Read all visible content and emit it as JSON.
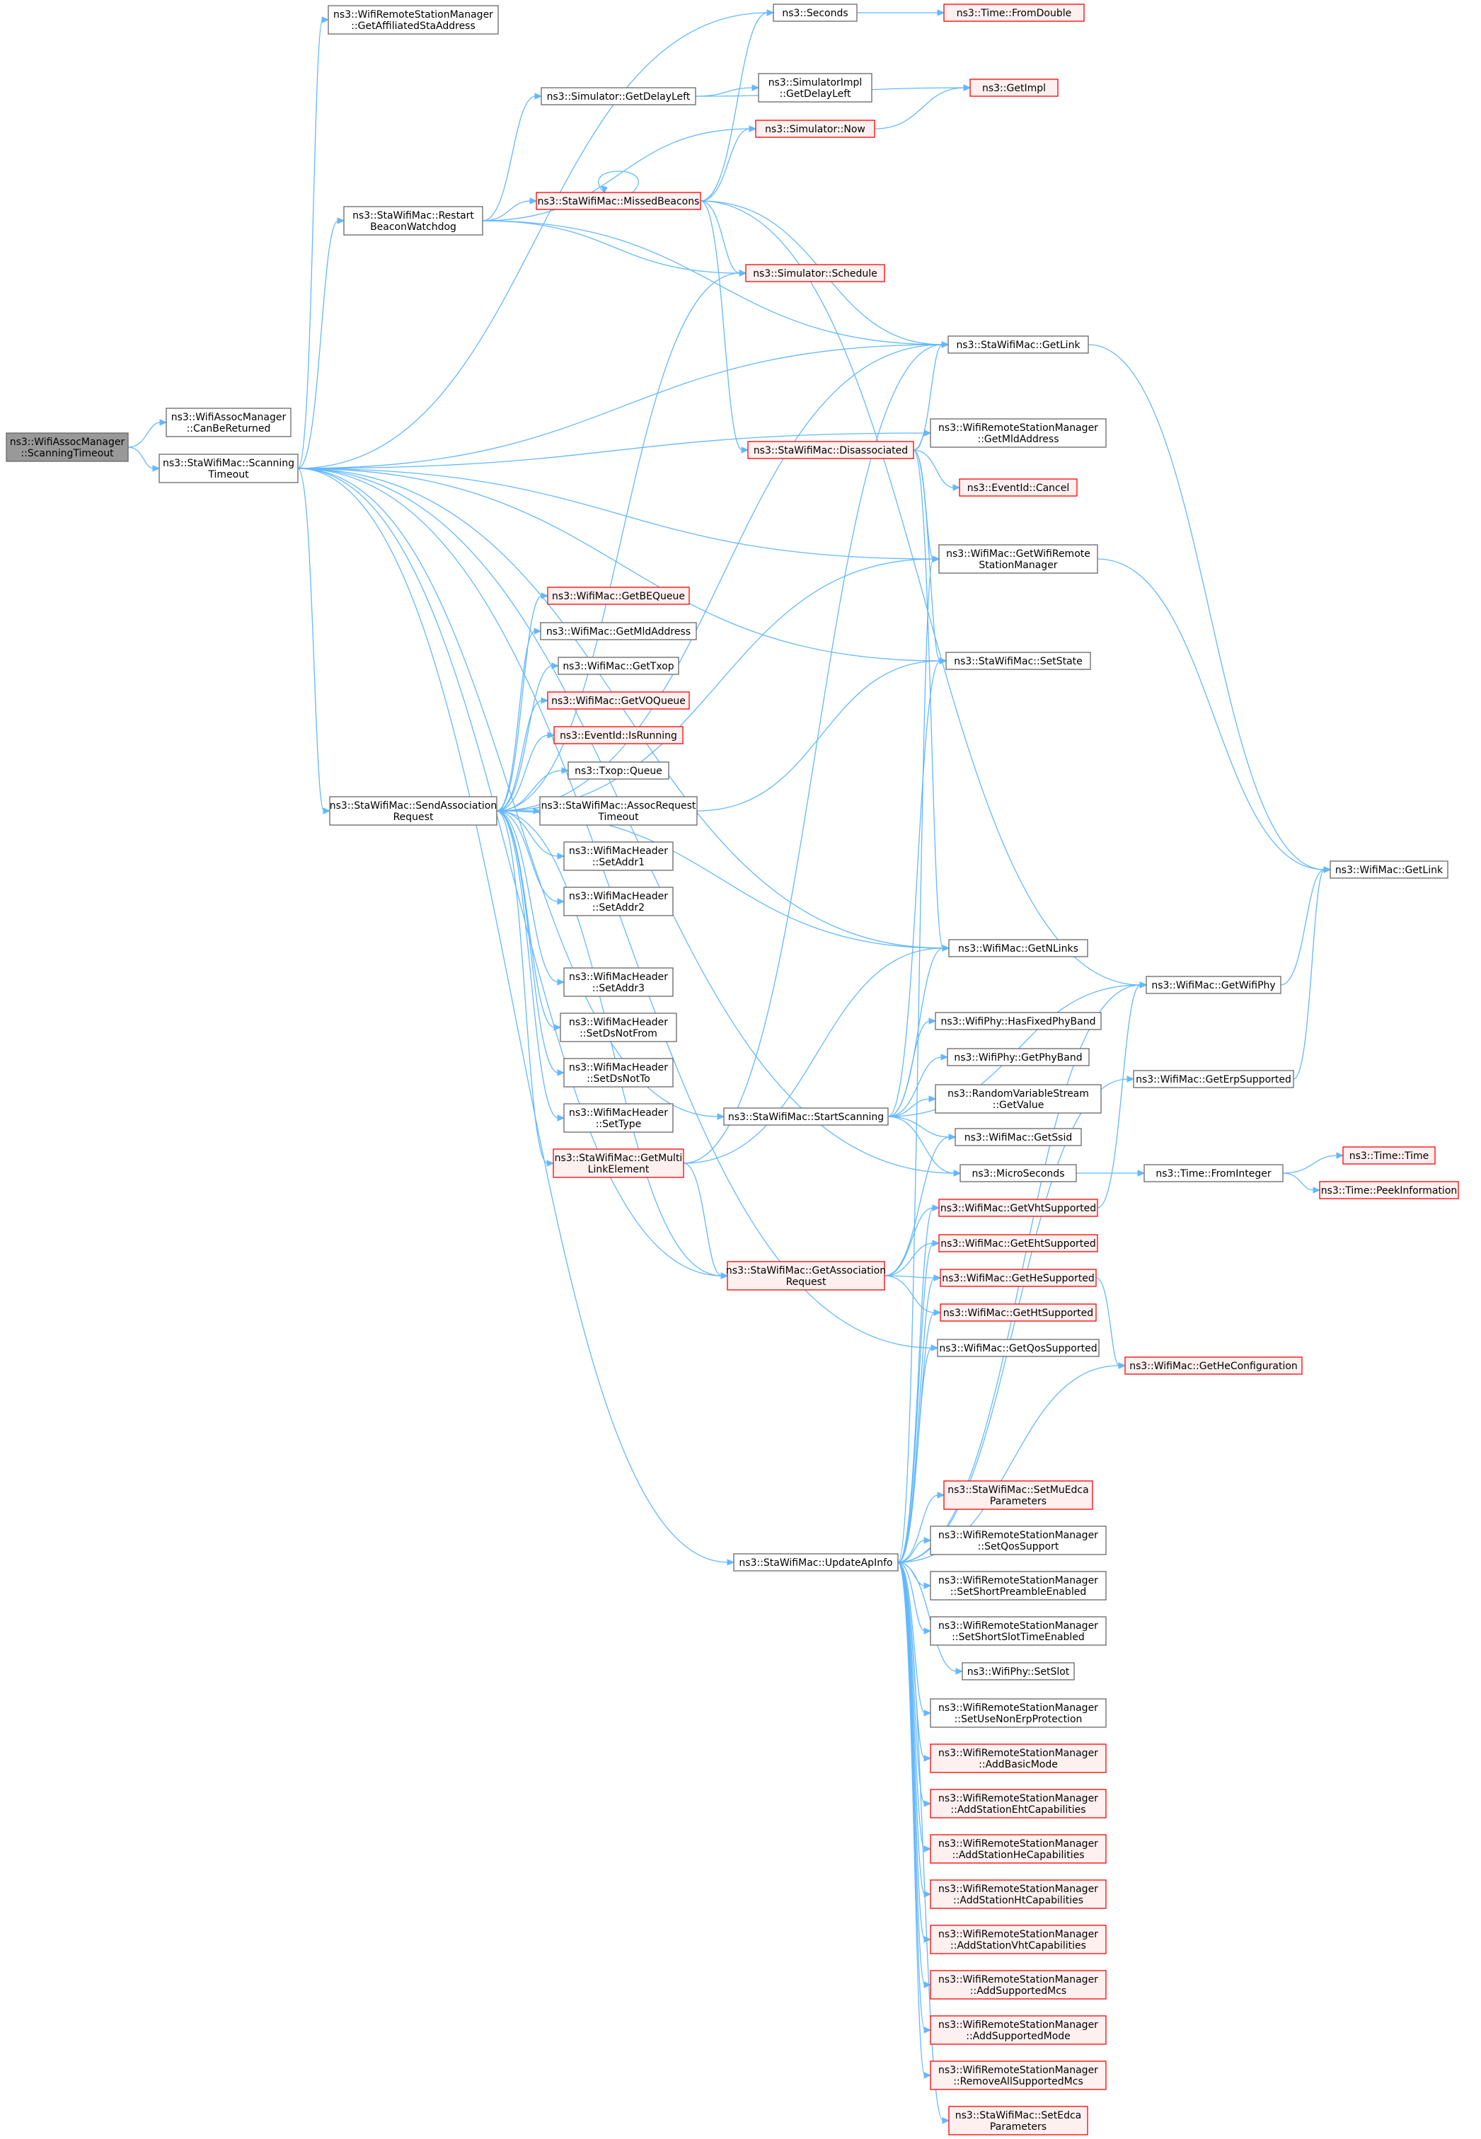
{
  "graph": {
    "colors": {
      "edge": "#63b8ff",
      "node_border": "#666666",
      "node_fill": "#ffffff",
      "truncated_border": "#ff0000",
      "truncated_fill": "#fff0f0",
      "root_fill": "#999999"
    },
    "nodes": [
      {
        "id": "root",
        "lines": [
          "ns3::WifiAssocManager",
          "::ScanningTimeout"
        ],
        "style": "root"
      },
      {
        "id": "canBeReturned",
        "lines": [
          "ns3::WifiAssocManager",
          "::CanBeReturned"
        ],
        "style": "plain"
      },
      {
        "id": "staScanningTimeout",
        "lines": [
          "ns3::StaWifiMac::Scanning",
          "Timeout"
        ],
        "style": "plain"
      },
      {
        "id": "getAffiliatedStaAddress",
        "lines": [
          "ns3::WifiRemoteStationManager",
          "::GetAffiliatedStaAddress"
        ],
        "style": "plain"
      },
      {
        "id": "restartBeaconWatchdog",
        "lines": [
          "ns3::StaWifiMac::Restart",
          "BeaconWatchdog"
        ],
        "style": "plain"
      },
      {
        "id": "sendAssociationRequest",
        "lines": [
          "ns3::StaWifiMac::SendAssociation",
          "Request"
        ],
        "style": "plain"
      },
      {
        "id": "startScanning",
        "lines": [
          "ns3::StaWifiMac::StartScanning"
        ],
        "style": "plain"
      },
      {
        "id": "getAssociationRequest",
        "lines": [
          "ns3::StaWifiMac::GetAssociation",
          "Request"
        ],
        "style": "truncated"
      },
      {
        "id": "updateApInfo",
        "lines": [
          "ns3::StaWifiMac::UpdateApInfo"
        ],
        "style": "plain"
      },
      {
        "id": "getDelayLeft",
        "lines": [
          "ns3::Simulator::GetDelayLeft"
        ],
        "style": "plain"
      },
      {
        "id": "missedBeacons",
        "lines": [
          "ns3::StaWifiMac::MissedBeacons"
        ],
        "style": "truncated"
      },
      {
        "id": "disassociated",
        "lines": [
          "ns3::StaWifiMac::Disassociated"
        ],
        "style": "truncated"
      },
      {
        "id": "getBEQueue",
        "lines": [
          "ns3::WifiMac::GetBEQueue"
        ],
        "style": "truncated"
      },
      {
        "id": "getMldAddressMac",
        "lines": [
          "ns3::WifiMac::GetMldAddress"
        ],
        "style": "plain"
      },
      {
        "id": "getTxop",
        "lines": [
          "ns3::WifiMac::GetTxop"
        ],
        "style": "plain"
      },
      {
        "id": "getVOQueue",
        "lines": [
          "ns3::WifiMac::GetVOQueue"
        ],
        "style": "truncated"
      },
      {
        "id": "isRunning",
        "lines": [
          "ns3::EventId::IsRunning"
        ],
        "style": "truncated"
      },
      {
        "id": "txopQueue",
        "lines": [
          "ns3::Txop::Queue"
        ],
        "style": "plain"
      },
      {
        "id": "assocRequestTimeout",
        "lines": [
          "ns3::StaWifiMac::AssocRequest",
          "Timeout"
        ],
        "style": "plain"
      },
      {
        "id": "setAddr1",
        "lines": [
          "ns3::WifiMacHeader",
          "::SetAddr1"
        ],
        "style": "plain"
      },
      {
        "id": "setAddr2",
        "lines": [
          "ns3::WifiMacHeader",
          "::SetAddr2"
        ],
        "style": "plain"
      },
      {
        "id": "setAddr3",
        "lines": [
          "ns3::WifiMacHeader",
          "::SetAddr3"
        ],
        "style": "plain"
      },
      {
        "id": "setDsNotFrom",
        "lines": [
          "ns3::WifiMacHeader",
          "::SetDsNotFrom"
        ],
        "style": "plain"
      },
      {
        "id": "setDsNotTo",
        "lines": [
          "ns3::WifiMacHeader",
          "::SetDsNotTo"
        ],
        "style": "plain"
      },
      {
        "id": "setType",
        "lines": [
          "ns3::WifiMacHeader",
          "::SetType"
        ],
        "style": "plain"
      },
      {
        "id": "getMultiLinkElement",
        "lines": [
          "ns3::StaWifiMac::GetMulti",
          "LinkElement"
        ],
        "style": "truncated"
      },
      {
        "id": "seconds",
        "lines": [
          "ns3::Seconds"
        ],
        "style": "plain"
      },
      {
        "id": "simulatorImplGetDelayLeft",
        "lines": [
          "ns3::SimulatorImpl",
          "::GetDelayLeft"
        ],
        "style": "plain"
      },
      {
        "id": "simulatorNow",
        "lines": [
          "ns3::Simulator::Now"
        ],
        "style": "truncated"
      },
      {
        "id": "simulatorSchedule",
        "lines": [
          "ns3::Simulator::Schedule"
        ],
        "style": "truncated"
      },
      {
        "id": "staGetLink",
        "lines": [
          "ns3::StaWifiMac::GetLink"
        ],
        "style": "plain"
      },
      {
        "id": "getMldAddressRsm",
        "lines": [
          "ns3::WifiRemoteStationManager",
          "::GetMldAddress"
        ],
        "style": "plain"
      },
      {
        "id": "eventIdCancel",
        "lines": [
          "ns3::EventId::Cancel"
        ],
        "style": "truncated"
      },
      {
        "id": "getWifiRemoteStationManager",
        "lines": [
          "ns3::WifiMac::GetWifiRemote",
          "StationManager"
        ],
        "style": "plain"
      },
      {
        "id": "setState",
        "lines": [
          "ns3::StaWifiMac::SetState"
        ],
        "style": "plain"
      },
      {
        "id": "getNLinks",
        "lines": [
          "ns3::WifiMac::GetNLinks"
        ],
        "style": "plain"
      },
      {
        "id": "hasFixedPhyBand",
        "lines": [
          "ns3::WifiPhy::HasFixedPhyBand"
        ],
        "style": "plain"
      },
      {
        "id": "getPhyBand",
        "lines": [
          "ns3::WifiPhy::GetPhyBand"
        ],
        "style": "plain"
      },
      {
        "id": "rvsGetValue",
        "lines": [
          "ns3::RandomVariableStream",
          "::GetValue"
        ],
        "style": "plain"
      },
      {
        "id": "getSsid",
        "lines": [
          "ns3::WifiMac::GetSsid"
        ],
        "style": "plain"
      },
      {
        "id": "microSeconds",
        "lines": [
          "ns3::MicroSeconds"
        ],
        "style": "plain"
      },
      {
        "id": "getVhtSupported",
        "lines": [
          "ns3::WifiMac::GetVhtSupported"
        ],
        "style": "truncated"
      },
      {
        "id": "getEhtSupported",
        "lines": [
          "ns3::WifiMac::GetEhtSupported"
        ],
        "style": "truncated"
      },
      {
        "id": "getHeSupported",
        "lines": [
          "ns3::WifiMac::GetHeSupported"
        ],
        "style": "truncated"
      },
      {
        "id": "getHtSupported",
        "lines": [
          "ns3::WifiMac::GetHtSupported"
        ],
        "style": "truncated"
      },
      {
        "id": "getQosSupported",
        "lines": [
          "ns3::WifiMac::GetQosSupported"
        ],
        "style": "plain"
      },
      {
        "id": "setMuEdcaParameters",
        "lines": [
          "ns3::StaWifiMac::SetMuEdca",
          "Parameters"
        ],
        "style": "truncated"
      },
      {
        "id": "setQosSupport",
        "lines": [
          "ns3::WifiRemoteStationManager",
          "::SetQosSupport"
        ],
        "style": "plain"
      },
      {
        "id": "setShortPreambleEnabled",
        "lines": [
          "ns3::WifiRemoteStationManager",
          "::SetShortPreambleEnabled"
        ],
        "style": "plain"
      },
      {
        "id": "setShortSlotTimeEnabled",
        "lines": [
          "ns3::WifiRemoteStationManager",
          "::SetShortSlotTimeEnabled"
        ],
        "style": "plain"
      },
      {
        "id": "setSlot",
        "lines": [
          "ns3::WifiPhy::SetSlot"
        ],
        "style": "plain"
      },
      {
        "id": "setUseNonErpProtection",
        "lines": [
          "ns3::WifiRemoteStationManager",
          "::SetUseNonErpProtection"
        ],
        "style": "plain"
      },
      {
        "id": "addBasicMode",
        "lines": [
          "ns3::WifiRemoteStationManager",
          "::AddBasicMode"
        ],
        "style": "truncated"
      },
      {
        "id": "addStationEhtCapabilities",
        "lines": [
          "ns3::WifiRemoteStationManager",
          "::AddStationEhtCapabilities"
        ],
        "style": "truncated"
      },
      {
        "id": "addStationHeCapabilities",
        "lines": [
          "ns3::WifiRemoteStationManager",
          "::AddStationHeCapabilities"
        ],
        "style": "truncated"
      },
      {
        "id": "addStationHtCapabilities",
        "lines": [
          "ns3::WifiRemoteStationManager",
          "::AddStationHtCapabilities"
        ],
        "style": "truncated"
      },
      {
        "id": "addStationVhtCapabilities",
        "lines": [
          "ns3::WifiRemoteStationManager",
          "::AddStationVhtCapabilities"
        ],
        "style": "truncated"
      },
      {
        "id": "addSupportedMcs",
        "lines": [
          "ns3::WifiRemoteStationManager",
          "::AddSupportedMcs"
        ],
        "style": "truncated"
      },
      {
        "id": "addSupportedMode",
        "lines": [
          "ns3::WifiRemoteStationManager",
          "::AddSupportedMode"
        ],
        "style": "truncated"
      },
      {
        "id": "removeAllSupportedMcs",
        "lines": [
          "ns3::WifiRemoteStationManager",
          "::RemoveAllSupportedMcs"
        ],
        "style": "truncated"
      },
      {
        "id": "setEdcaParameters",
        "lines": [
          "ns3::StaWifiMac::SetEdca",
          "Parameters"
        ],
        "style": "truncated"
      },
      {
        "id": "timeFromDouble",
        "lines": [
          "ns3::Time::FromDouble"
        ],
        "style": "truncated"
      },
      {
        "id": "getImpl",
        "lines": [
          "ns3::GetImpl"
        ],
        "style": "truncated"
      },
      {
        "id": "getWifiPhy",
        "lines": [
          "ns3::WifiMac::GetWifiPhy"
        ],
        "style": "plain"
      },
      {
        "id": "getErpSupported",
        "lines": [
          "ns3::WifiMac::GetErpSupported"
        ],
        "style": "plain"
      },
      {
        "id": "timeFromInteger",
        "lines": [
          "ns3::Time::FromInteger"
        ],
        "style": "plain"
      },
      {
        "id": "getHeConfiguration",
        "lines": [
          "ns3::WifiMac::GetHeConfiguration"
        ],
        "style": "truncated"
      },
      {
        "id": "wifiMacGetLink",
        "lines": [
          "ns3::WifiMac::GetLink"
        ],
        "style": "plain"
      },
      {
        "id": "timeTime",
        "lines": [
          "ns3::Time::Time"
        ],
        "style": "truncated"
      },
      {
        "id": "timePeekInformation",
        "lines": [
          "ns3::Time::PeekInformation"
        ],
        "style": "truncated"
      }
    ],
    "edges": [
      [
        "root",
        "canBeReturned"
      ],
      [
        "root",
        "staScanningTimeout"
      ],
      [
        "staScanningTimeout",
        "getAffiliatedStaAddress"
      ],
      [
        "staScanningTimeout",
        "seconds"
      ],
      [
        "staScanningTimeout",
        "restartBeaconWatchdog"
      ],
      [
        "staScanningTimeout",
        "staGetLink"
      ],
      [
        "staScanningTimeout",
        "getMldAddressRsm"
      ],
      [
        "staScanningTimeout",
        "getWifiRemoteStationManager"
      ],
      [
        "staScanningTimeout",
        "setState"
      ],
      [
        "staScanningTimeout",
        "sendAssociationRequest"
      ],
      [
        "staScanningTimeout",
        "getNLinks"
      ],
      [
        "staScanningTimeout",
        "startScanning"
      ],
      [
        "staScanningTimeout",
        "microSeconds"
      ],
      [
        "staScanningTimeout",
        "getAssociationRequest"
      ],
      [
        "staScanningTimeout",
        "getQosSupported"
      ],
      [
        "staScanningTimeout",
        "updateApInfo"
      ],
      [
        "restartBeaconWatchdog",
        "getDelayLeft"
      ],
      [
        "restartBeaconWatchdog",
        "simulatorNow"
      ],
      [
        "restartBeaconWatchdog",
        "missedBeacons"
      ],
      [
        "restartBeaconWatchdog",
        "simulatorSchedule"
      ],
      [
        "restartBeaconWatchdog",
        "staGetLink"
      ],
      [
        "getDelayLeft",
        "getImpl"
      ],
      [
        "getDelayLeft",
        "simulatorImplGetDelayLeft"
      ],
      [
        "missedBeacons",
        "seconds"
      ],
      [
        "missedBeacons",
        "simulatorNow"
      ],
      [
        "missedBeacons",
        "missedBeacons"
      ],
      [
        "missedBeacons",
        "simulatorSchedule"
      ],
      [
        "missedBeacons",
        "staGetLink"
      ],
      [
        "missedBeacons",
        "disassociated"
      ],
      [
        "missedBeacons",
        "getWifiPhy"
      ],
      [
        "seconds",
        "timeFromDouble"
      ],
      [
        "simulatorNow",
        "getImpl"
      ],
      [
        "disassociated",
        "staGetLink"
      ],
      [
        "disassociated",
        "getMldAddressRsm"
      ],
      [
        "disassociated",
        "eventIdCancel"
      ],
      [
        "disassociated",
        "getWifiRemoteStationManager"
      ],
      [
        "disassociated",
        "setState"
      ],
      [
        "disassociated",
        "getNLinks"
      ],
      [
        "sendAssociationRequest",
        "simulatorSchedule"
      ],
      [
        "sendAssociationRequest",
        "staGetLink"
      ],
      [
        "sendAssociationRequest",
        "getWifiRemoteStationManager"
      ],
      [
        "sendAssociationRequest",
        "getBEQueue"
      ],
      [
        "sendAssociationRequest",
        "getMldAddressMac"
      ],
      [
        "sendAssociationRequest",
        "getTxop"
      ],
      [
        "sendAssociationRequest",
        "getVOQueue"
      ],
      [
        "sendAssociationRequest",
        "isRunning"
      ],
      [
        "sendAssociationRequest",
        "txopQueue"
      ],
      [
        "sendAssociationRequest",
        "assocRequestTimeout"
      ],
      [
        "sendAssociationRequest",
        "setAddr1"
      ],
      [
        "sendAssociationRequest",
        "setAddr2"
      ],
      [
        "sendAssociationRequest",
        "getNLinks"
      ],
      [
        "sendAssociationRequest",
        "setAddr3"
      ],
      [
        "sendAssociationRequest",
        "setDsNotFrom"
      ],
      [
        "sendAssociationRequest",
        "setDsNotTo"
      ],
      [
        "sendAssociationRequest",
        "setType"
      ],
      [
        "sendAssociationRequest",
        "getMultiLinkElement"
      ],
      [
        "sendAssociationRequest",
        "getAssociationRequest"
      ],
      [
        "assocRequestTimeout",
        "setState"
      ],
      [
        "assocRequestTimeout",
        "sendAssociationRequest"
      ],
      [
        "getMultiLinkElement",
        "staGetLink"
      ],
      [
        "getMultiLinkElement",
        "getNLinks"
      ],
      [
        "getMultiLinkElement",
        "getAssociationRequest"
      ],
      [
        "startScanning",
        "setState"
      ],
      [
        "startScanning",
        "getNLinks"
      ],
      [
        "startScanning",
        "getWifiPhy"
      ],
      [
        "startScanning",
        "hasFixedPhyBand"
      ],
      [
        "startScanning",
        "getPhyBand"
      ],
      [
        "startScanning",
        "rvsGetValue"
      ],
      [
        "startScanning",
        "getSsid"
      ],
      [
        "startScanning",
        "microSeconds"
      ],
      [
        "getAssociationRequest",
        "getSsid"
      ],
      [
        "getAssociationRequest",
        "getVhtSupported"
      ],
      [
        "getAssociationRequest",
        "getEhtSupported"
      ],
      [
        "getAssociationRequest",
        "getHeSupported"
      ],
      [
        "getAssociationRequest",
        "getHtSupported"
      ],
      [
        "getVhtSupported",
        "getWifiPhy"
      ],
      [
        "getHeSupported",
        "getHeConfiguration"
      ],
      [
        "getWifiRemoteStationManager",
        "wifiMacGetLink"
      ],
      [
        "staGetLink",
        "wifiMacGetLink"
      ],
      [
        "getWifiPhy",
        "wifiMacGetLink"
      ],
      [
        "getErpSupported",
        "wifiMacGetLink"
      ],
      [
        "microSeconds",
        "timeFromInteger"
      ],
      [
        "timeFromInteger",
        "timeTime"
      ],
      [
        "timeFromInteger",
        "timePeekInformation"
      ],
      [
        "updateApInfo",
        "getWifiRemoteStationManager"
      ],
      [
        "updateApInfo",
        "getWifiPhy"
      ],
      [
        "updateApInfo",
        "getErpSupported"
      ],
      [
        "updateApInfo",
        "getVhtSupported"
      ],
      [
        "updateApInfo",
        "getEhtSupported"
      ],
      [
        "updateApInfo",
        "getHeSupported"
      ],
      [
        "updateApInfo",
        "getHtSupported"
      ],
      [
        "updateApInfo",
        "getQosSupported"
      ],
      [
        "updateApInfo",
        "getHeConfiguration"
      ],
      [
        "updateApInfo",
        "setMuEdcaParameters"
      ],
      [
        "updateApInfo",
        "setQosSupport"
      ],
      [
        "updateApInfo",
        "setShortPreambleEnabled"
      ],
      [
        "updateApInfo",
        "setShortSlotTimeEnabled"
      ],
      [
        "updateApInfo",
        "setSlot"
      ],
      [
        "updateApInfo",
        "setUseNonErpProtection"
      ],
      [
        "updateApInfo",
        "addBasicMode"
      ],
      [
        "updateApInfo",
        "addStationEhtCapabilities"
      ],
      [
        "updateApInfo",
        "addStationHeCapabilities"
      ],
      [
        "updateApInfo",
        "addStationHtCapabilities"
      ],
      [
        "updateApInfo",
        "addStationVhtCapabilities"
      ],
      [
        "updateApInfo",
        "addSupportedMcs"
      ],
      [
        "updateApInfo",
        "addSupportedMode"
      ],
      [
        "updateApInfo",
        "removeAllSupportedMcs"
      ],
      [
        "updateApInfo",
        "setEdcaParameters"
      ]
    ]
  }
}
